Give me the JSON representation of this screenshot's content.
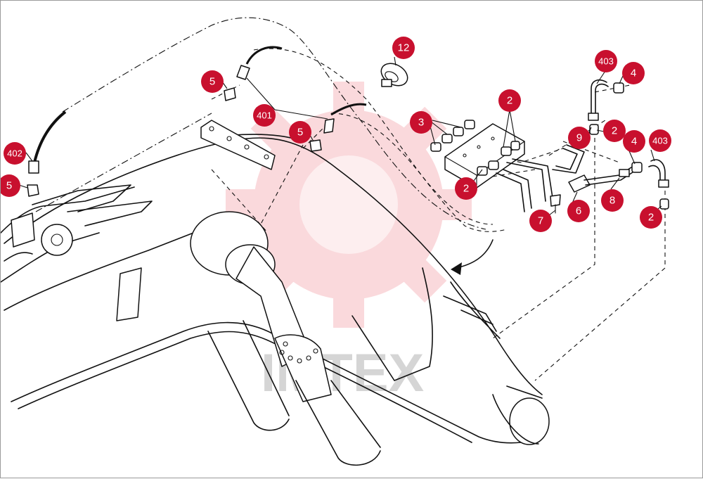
{
  "watermark": {
    "text": "IMTEX",
    "color": "#e41b2d"
  },
  "accent": "#c8102e",
  "callouts": [
    {
      "id": "c-12",
      "label": "12"
    },
    {
      "id": "c-5a",
      "label": "5"
    },
    {
      "id": "c-401",
      "label": "401"
    },
    {
      "id": "c-5b",
      "label": "5"
    },
    {
      "id": "c-402",
      "label": "402"
    },
    {
      "id": "c-5c",
      "label": "5"
    },
    {
      "id": "c-3",
      "label": "3"
    },
    {
      "id": "c-2a",
      "label": "2"
    },
    {
      "id": "c-2b",
      "label": "2"
    },
    {
      "id": "c-403a",
      "label": "403"
    },
    {
      "id": "c-4a",
      "label": "4"
    },
    {
      "id": "c-9",
      "label": "9"
    },
    {
      "id": "c-2c",
      "label": "2"
    },
    {
      "id": "c-4b",
      "label": "4"
    },
    {
      "id": "c-403b",
      "label": "403"
    },
    {
      "id": "c-8",
      "label": "8"
    },
    {
      "id": "c-6",
      "label": "6"
    },
    {
      "id": "c-7",
      "label": "7"
    },
    {
      "id": "c-2d",
      "label": "2"
    }
  ]
}
